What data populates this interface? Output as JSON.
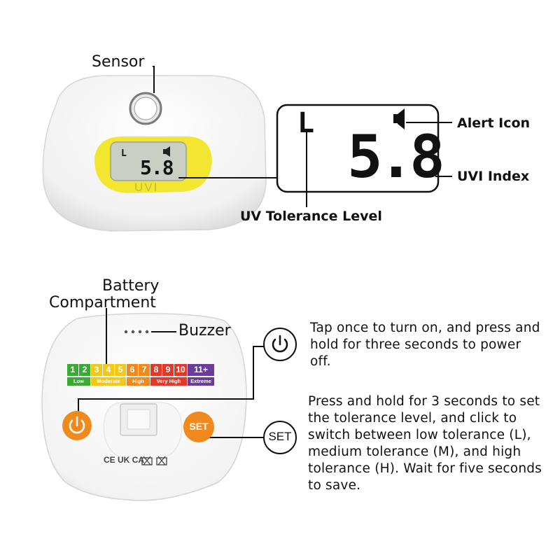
{
  "top": {
    "sensor_label": "Sensor",
    "alert_label": "Alert Icon",
    "uvi_label": "UVI Index",
    "tolerance_label": "UV Tolerance Level",
    "device_brand": "UVI",
    "device_reading": "5.8",
    "device_level": "L",
    "lcd_reading": "5.8",
    "lcd_level": "L"
  },
  "bottom": {
    "battery_label_line1": "Battery",
    "battery_label_line2": "Compartment",
    "buzzer_label": "Buzzer",
    "set_label": "SET",
    "device_set_label": "SET",
    "power_desc": "Tap once to turn on, and press and hold for three seconds to power off.",
    "set_desc": "Press and hold for 3 seconds to set the tolerance level, and click to switch between low tolerance (L), medium tolerance (M), and high tolerance (H). Wait for five seconds to save.",
    "cert_marks": "CE UK CA"
  },
  "uv_scale": {
    "numbers": [
      "1",
      "2",
      "3",
      "4",
      "5",
      "6",
      "7",
      "8",
      "9",
      "10",
      "11+"
    ],
    "colors": [
      "#3aa935",
      "#3aa935",
      "#f2c81b",
      "#f2c81b",
      "#f2c81b",
      "#f08a1c",
      "#f08a1c",
      "#e23a2a",
      "#e23a2a",
      "#e23a2a",
      "#6a3d9a"
    ],
    "bands": [
      {
        "label": "Low",
        "color": "#3aa935"
      },
      {
        "label": "Moderate",
        "color": "#f2c81b"
      },
      {
        "label": "High",
        "color": "#f08a1c"
      },
      {
        "label": "Very High",
        "color": "#e23a2a"
      },
      {
        "label": "Extreme",
        "color": "#6a3d9a"
      }
    ]
  },
  "colors": {
    "accent_orange": "#f08a1c",
    "lcd_yellow": "#f3e631",
    "lcd_gray": "#c9cfc4"
  }
}
